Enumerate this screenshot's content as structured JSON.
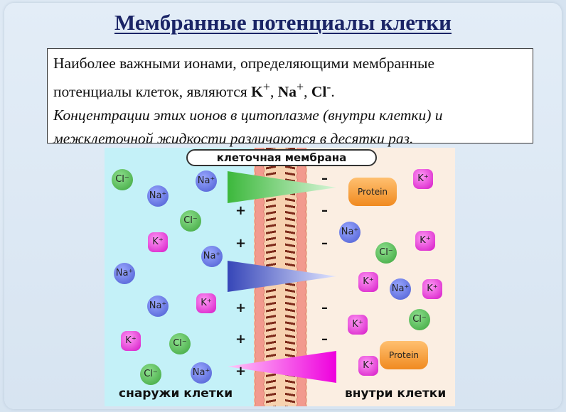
{
  "title": "Мембранные потенциалы клетки",
  "text": {
    "line1": "Наиболее важными ионами, определяющими мембранные",
    "line2_start": "потенциалы клеток, являются ",
    "k": "K",
    "na": "Na",
    "cl": "Cl",
    "plus": "+",
    "minus": "-",
    "sep": ", ",
    "end": ".",
    "italic": "Концентрации этих ионов в цитоплазме (внутри клетки) и межклеточной жидкости различаются в десятки раз."
  },
  "diagram": {
    "membrane_label": "клеточная мембрана",
    "outside_label": "снаружи клетки",
    "inside_label": "внутри клетки",
    "protein_label": "Protein",
    "ion_labels": {
      "cl": "Cl⁻",
      "na": "Na⁺",
      "k": "K⁺"
    },
    "plus_sign": "+",
    "minus_sign": "–",
    "colors": {
      "sodium": "#4a5ad0",
      "potassium": "#d516c6",
      "chloride": "#3aa33a",
      "protein": "#f08a20"
    }
  }
}
